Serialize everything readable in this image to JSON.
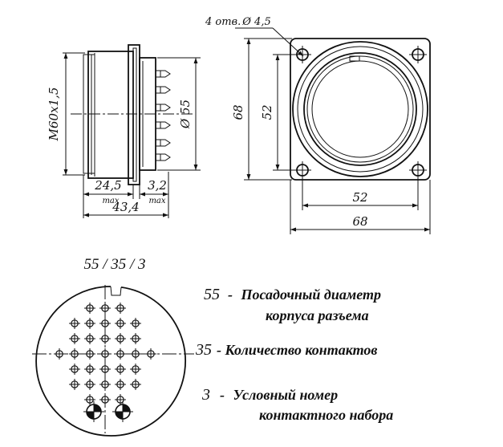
{
  "side_view": {
    "thread_label": "M60x1,5",
    "diameter_label": "Ø 55",
    "dim_body_length": "24,5",
    "dim_body_length_note": "max",
    "dim_pin_length": "3,2",
    "dim_pin_length_note": "max",
    "dim_total_length": "43,4"
  },
  "front_view": {
    "holes_label": "4 отв.",
    "holes_diameter": "Ø 4,5",
    "dim_outer_height": "68",
    "dim_inner_height": "52",
    "dim_inner_width": "52",
    "dim_outer_width": "68"
  },
  "contact_layout": {
    "code": "55 / 35 / 3",
    "contact_rows": [
      3,
      5,
      5,
      7,
      5,
      5,
      3
    ],
    "special_contacts": 2
  },
  "legend": {
    "line1_value": "55",
    "line1_text": "Посадочный диаметр",
    "line1b_text": "корпуса разъема",
    "line2_value": "35",
    "line2_text": "Количество контактов",
    "line3_value": "3",
    "line3_text": "Условный номер",
    "line3b_text": "контактного набора"
  }
}
